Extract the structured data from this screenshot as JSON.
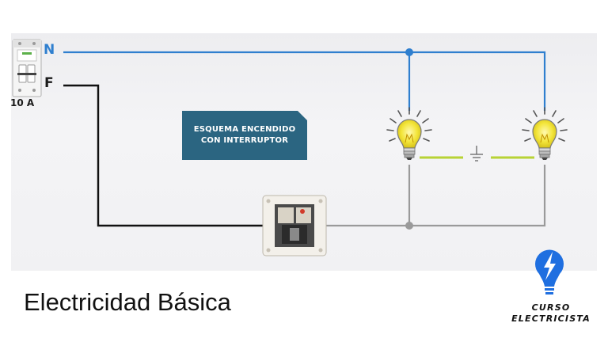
{
  "labels": {
    "neutral": "N",
    "phase": "F",
    "breaker_rating": "10 A"
  },
  "diagram_tag": {
    "line1": "ESQUEMA ENCENDIDO",
    "line2": "CON INTERRUPTOR"
  },
  "footer": {
    "title": "Electricidad Básica",
    "brand_line1": "CURSO",
    "brand_line2": "ELECTRICISTA"
  },
  "colors": {
    "neutral_wire": "#2f7fcf",
    "phase_wire": "#111111",
    "return_wire": "#9a9a9a",
    "ground_wire": "#b8d335",
    "tag_background": "#2b6581",
    "bulb_glass": "#f3e53a",
    "logo_blue": "#1f6fe0"
  },
  "icons": [
    "circuit-breaker-icon",
    "light-bulb-icon",
    "ground-symbol-icon",
    "wall-switch-icon",
    "lightning-bulb-logo-icon"
  ]
}
